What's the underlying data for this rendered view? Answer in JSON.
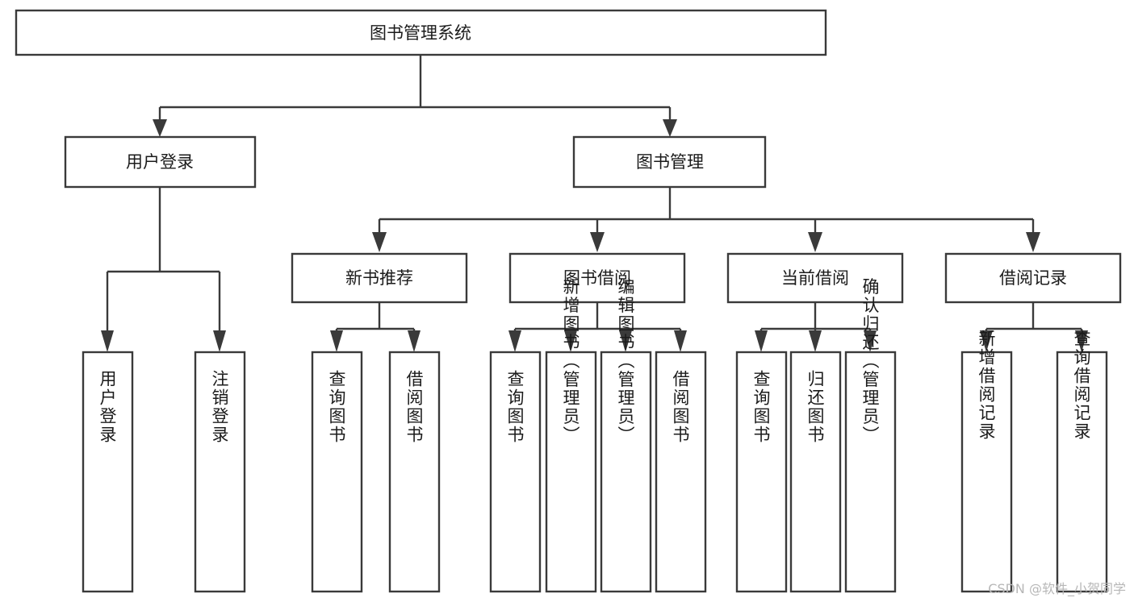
{
  "diagram": {
    "type": "tree-hierarchy",
    "title": "图书管理系统",
    "watermark": "CSDN @软件_小贺同学",
    "colors": {
      "stroke": "#3a3a3a",
      "fill": "#ffffff",
      "text": "#1b1b1b",
      "watermark": "#b7b7b7",
      "background": "#ffffff"
    },
    "root": {
      "label": "图书管理系统"
    },
    "level2": [
      {
        "label": "用户登录"
      },
      {
        "label": "图书管理"
      }
    ],
    "level3": [
      {
        "label": "新书推荐"
      },
      {
        "label": "图书借阅"
      },
      {
        "label": "当前借阅"
      },
      {
        "label": "借阅记录"
      }
    ],
    "leaves": {
      "user_login": [
        {
          "label": "用户登录"
        },
        {
          "label": "注销登录"
        }
      ],
      "new_book_recommend": [
        {
          "label": "查询图书"
        },
        {
          "label": "借阅图书"
        }
      ],
      "book_borrow": [
        {
          "label": "查询图书"
        },
        {
          "label": "新增图书（管理员）"
        },
        {
          "label": "编辑图书（管理员）"
        },
        {
          "label": "借阅图书"
        }
      ],
      "current_borrow": [
        {
          "label": "查询图书"
        },
        {
          "label": "归还图书"
        },
        {
          "label": "确认归还（管理员）"
        }
      ],
      "borrow_record": [
        {
          "label": "新增借阅记录"
        },
        {
          "label": "查询借阅记录"
        }
      ]
    }
  }
}
